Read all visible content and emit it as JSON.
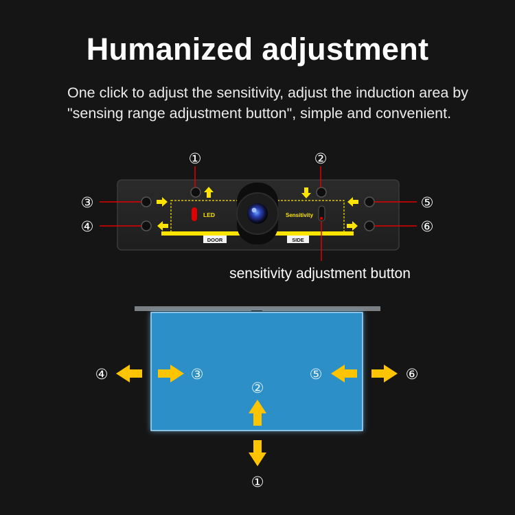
{
  "heading": "Humanized adjustment",
  "description": "One click to adjust the sensitivity, adjust the induction area by \"sensing range adjustment button\", simple and convenient.",
  "device": {
    "led_label": "LED",
    "sensitivity_label": "Sensitivity",
    "door_label": "DOOR",
    "side_label": "SIDE",
    "button_caption": "sensitivity adjustment button"
  },
  "markers": {
    "m1": "①",
    "m2": "②",
    "m3": "③",
    "m4": "④",
    "m5": "⑤",
    "m6": "⑥"
  },
  "colors": {
    "background": "#151515",
    "accent_yellow": "#ffe400",
    "indicator_red": "#e10000",
    "zone_blue": "#2c8fc8"
  }
}
